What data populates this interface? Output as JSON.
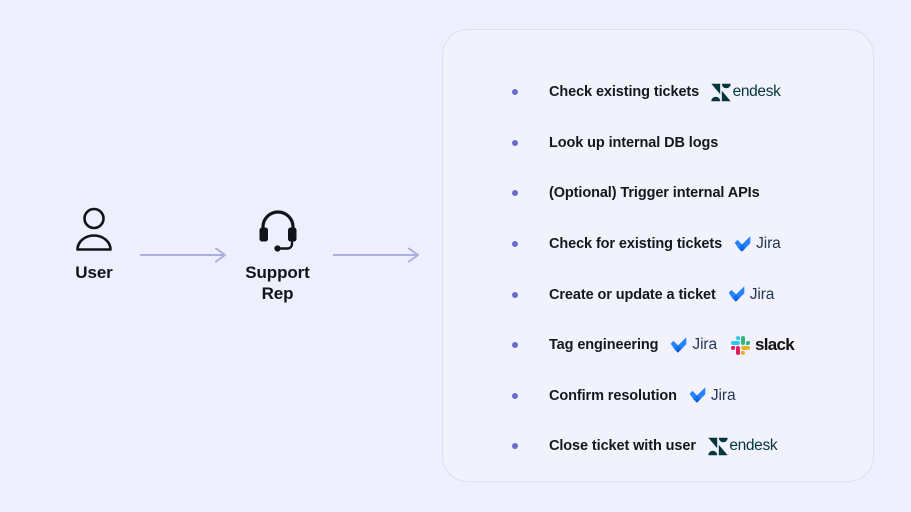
{
  "theme": {
    "page_background": "#eeeefc",
    "card_background": "#f2f2fd",
    "card_border": "#dedef3",
    "bullet_color": "#6b6bce",
    "arrow_color": "#aab0dd",
    "text_color": "#15171f",
    "zendesk_brand": "#03363d",
    "jira_brand": "#2684ff",
    "jira_text": "#253858",
    "slack_text": "#121212"
  },
  "flow": {
    "nodes": [
      {
        "id": "user",
        "label": "User",
        "icon": "person-icon"
      },
      {
        "id": "support-rep",
        "label": "Support\nRep",
        "label_line1": "Support",
        "label_line2": "Rep",
        "icon": "headset-icon"
      }
    ],
    "connectors": [
      {
        "id": "arrow-1",
        "from": "user",
        "to": "support-rep",
        "icon": "arrow-right-icon"
      },
      {
        "id": "arrow-2",
        "from": "support-rep",
        "to": "task-card",
        "icon": "arrow-right-icon"
      }
    ]
  },
  "card": {
    "tasks": [
      {
        "text": "Check existing tickets",
        "logos": [
          "zendesk"
        ]
      },
      {
        "text": "Look up internal DB logs",
        "logos": []
      },
      {
        "text": "(Optional) Trigger internal APIs",
        "logos": []
      },
      {
        "text": "Check for existing tickets",
        "logos": [
          "jira"
        ]
      },
      {
        "text": "Create or update a ticket",
        "logos": [
          "jira"
        ]
      },
      {
        "text": "Tag engineering",
        "logos": [
          "jira",
          "slack"
        ]
      },
      {
        "text": "Confirm resolution",
        "logos": [
          "jira"
        ]
      },
      {
        "text": "Close ticket with user",
        "logos": [
          "zendesk"
        ]
      }
    ]
  },
  "logo_labels": {
    "zendesk": "endesk",
    "jira": "Jira",
    "slack": "slack"
  }
}
